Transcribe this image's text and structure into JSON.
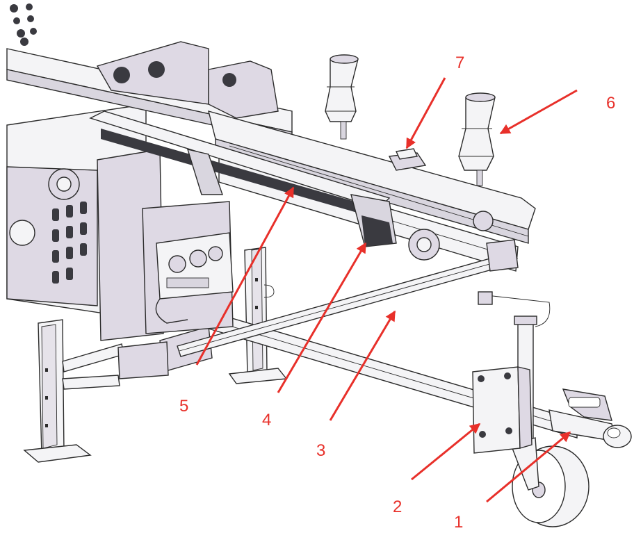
{
  "colors": {
    "callout": "#e8302a",
    "frame_fill": "#f4f4f6",
    "frame_shade": "#d9d6df",
    "side_plate": "#ded9e4",
    "outline": "#2b2b2b",
    "dark_part": "#3a3a40"
  },
  "callouts": [
    {
      "id": "1",
      "label": "1"
    },
    {
      "id": "2",
      "label": "2"
    },
    {
      "id": "3",
      "label": "3"
    },
    {
      "id": "4",
      "label": "4"
    },
    {
      "id": "5",
      "label": "5"
    },
    {
      "id": "6",
      "label": "6"
    },
    {
      "id": "7",
      "label": "7"
    }
  ]
}
